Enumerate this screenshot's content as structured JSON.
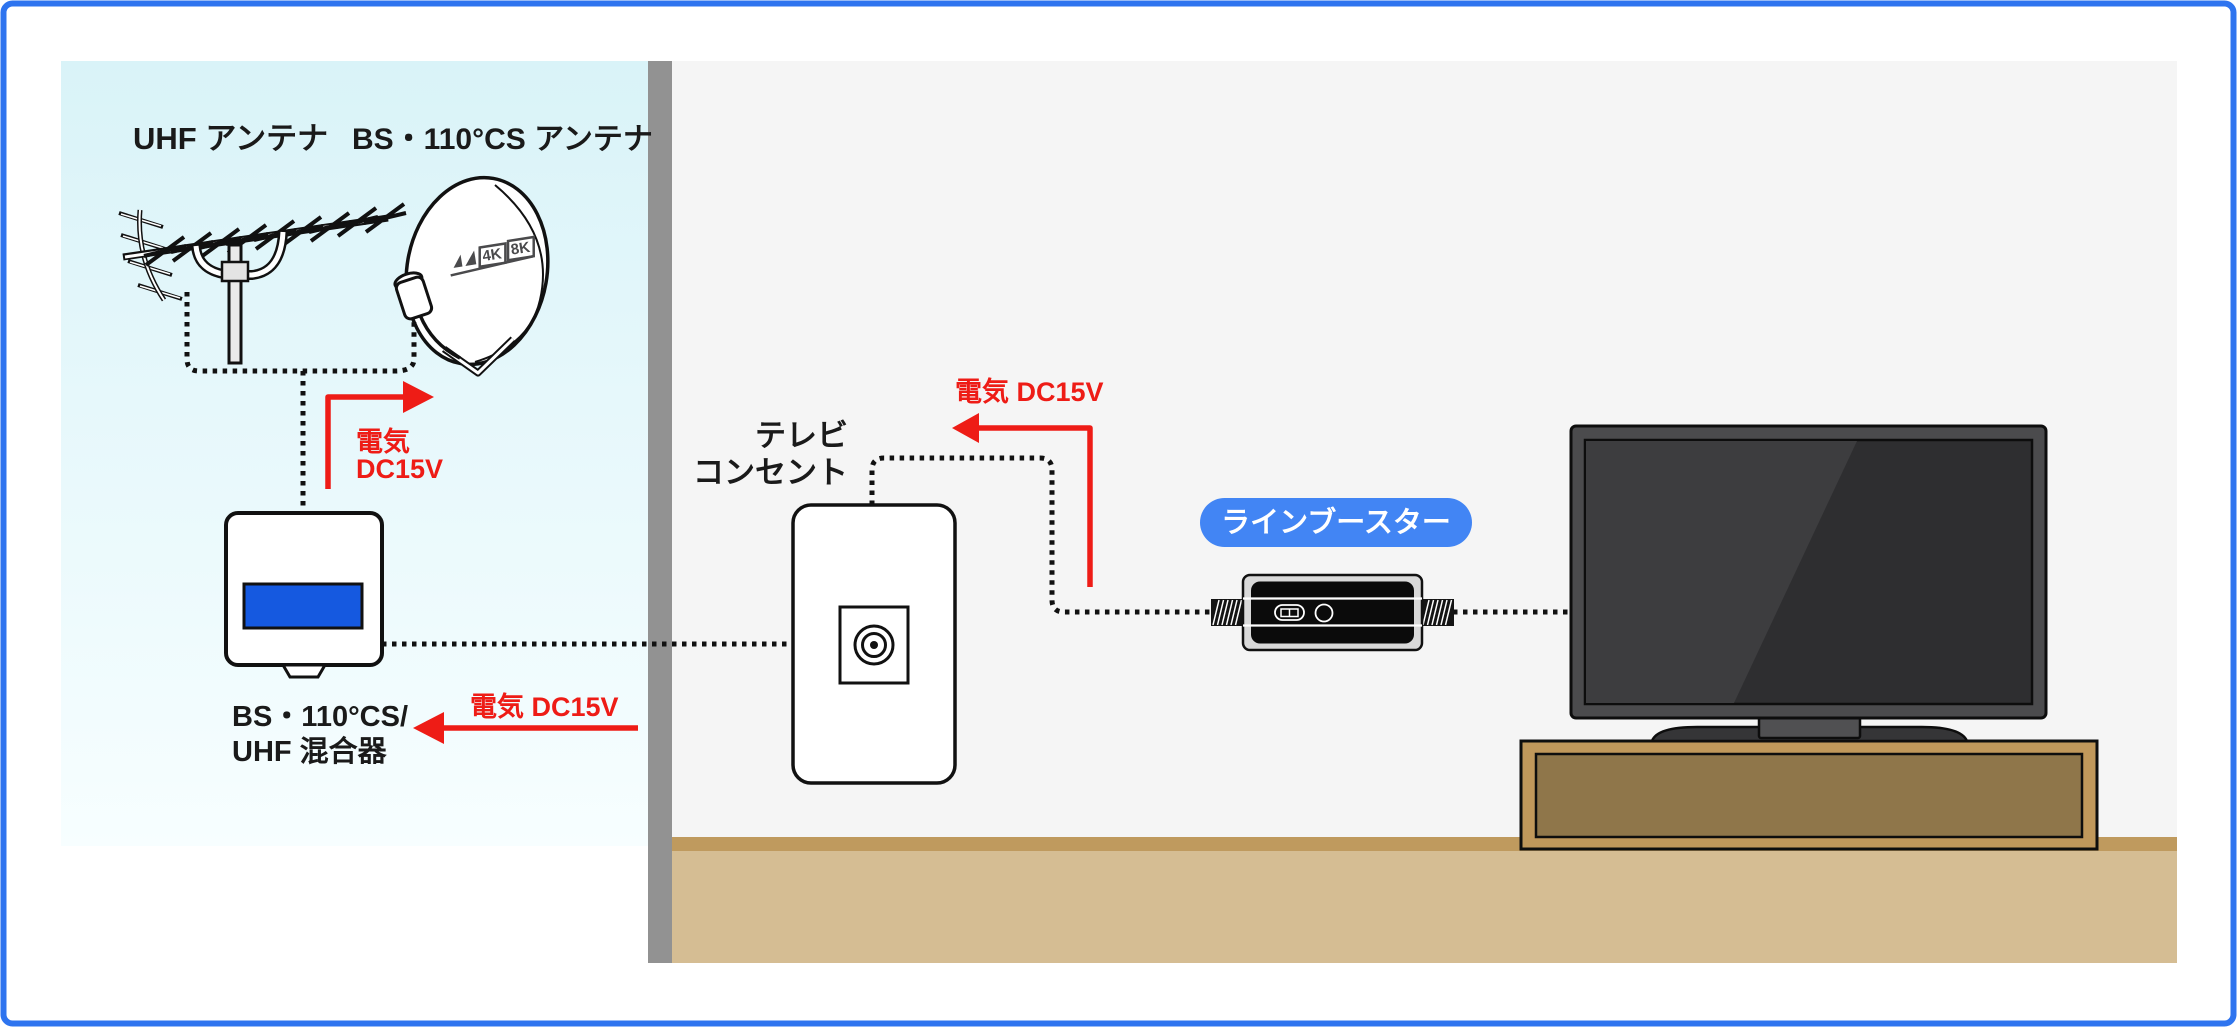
{
  "outdoor": {
    "uhf_antenna_label": "UHF アンテナ",
    "bs_cs_antenna_label": "BS・110°CS アンテナ",
    "dish_badge_4k": "4K",
    "dish_badge_8k": "8K",
    "mixer_label_line1": "BS・110°CS/",
    "mixer_label_line2": "UHF 混合器"
  },
  "indoor": {
    "tv_outlet_label_line1": "テレビ",
    "tv_outlet_label_line2": "コンセント",
    "line_booster_label": "ラインブースター"
  },
  "power_annotations": {
    "antenna_feed_line1": "電気",
    "antenna_feed_line2": "DC15V",
    "mixer_feed": "電気 DC15V",
    "outlet_feed": "電気 DC15V"
  },
  "icons": {
    "booster_indicator": "battery-outline-icon",
    "booster_led": "circle-outline-icon"
  },
  "colors": {
    "frame_border_blue": "#2e74ef",
    "accent_red": "#ee1c16",
    "booster_pill_blue": "#4285f4",
    "mixer_panel_blue": "#1559e0",
    "outdoor_sky_top": "#d9f3f8",
    "outdoor_sky_bottom": "#f7feff",
    "indoor_wall_bg": "#f5f5f5",
    "partition_wall_gray": "#929292",
    "floor_edge_tan": "#bf9a5e",
    "floor_tan": "#d5bd93",
    "cabinet_wood": "#c0985b",
    "cabinet_wood_dark": "#8f764a",
    "tv_frame_gray": "#4b4b4d",
    "tv_screen_dark": "#2e2e30",
    "tv_screen_light": "#3d3d3f"
  }
}
